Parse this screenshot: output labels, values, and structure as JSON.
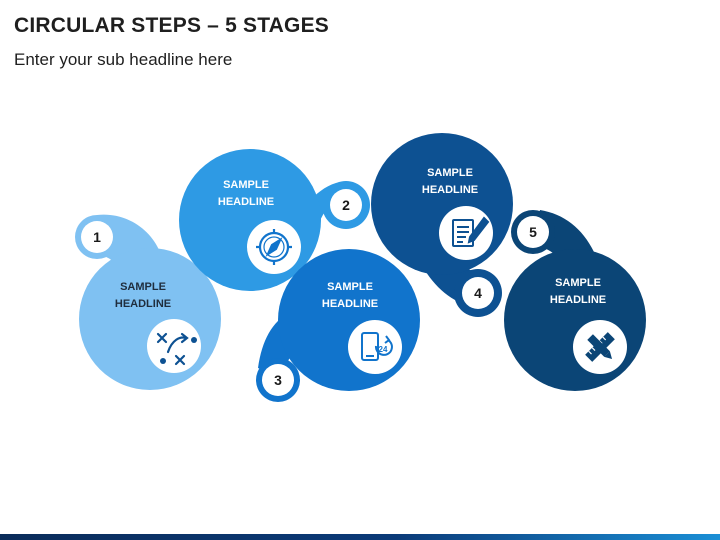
{
  "header": {
    "title": "CIRCULAR STEPS – 5 STAGES",
    "subtitle": "Enter your sub headline here"
  },
  "colors": {
    "stage1": "#7fc1f2",
    "stage2": "#2e9ae4",
    "stage3": "#1174cc",
    "stage4": "#0d5192",
    "stage5": "#0b4576"
  },
  "stages": [
    {
      "number": "1",
      "line1": "SAMPLE",
      "line2": "HEADLINE",
      "icon": "strategy-play-icon"
    },
    {
      "number": "2",
      "line1": "SAMPLE",
      "line2": "HEADLINE",
      "icon": "compass-icon"
    },
    {
      "number": "3",
      "line1": "SAMPLE",
      "line2": "HEADLINE",
      "icon": "mobile-24-hours-icon"
    },
    {
      "number": "4",
      "line1": "SAMPLE",
      "line2": "HEADLINE",
      "icon": "document-edit-icon"
    },
    {
      "number": "5",
      "line1": "SAMPLE",
      "line2": "HEADLINE",
      "icon": "ruler-pencil-icon"
    }
  ]
}
